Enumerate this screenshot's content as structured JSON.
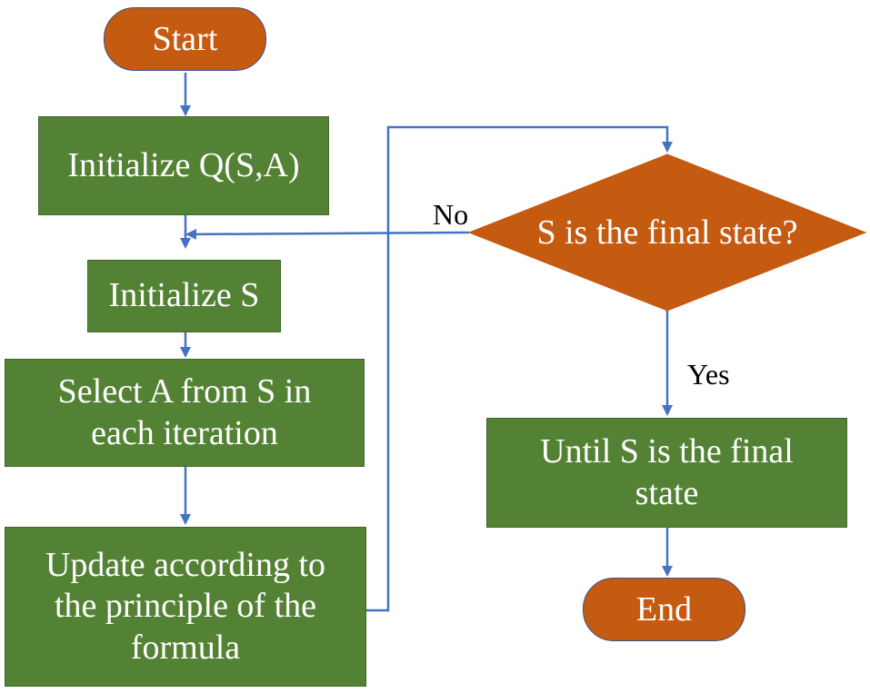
{
  "nodes": {
    "start": "Start",
    "init_q": "Initialize Q(S,A)",
    "init_s": "Initialize S",
    "select": "Select A from S in\neach iteration",
    "update": "Update according to\nthe principle of the\nformula",
    "decision": "S is the final state?",
    "until": "Until S is the final\nstate",
    "end": "End"
  },
  "edge_labels": {
    "no": "No",
    "yes": "Yes"
  },
  "colors": {
    "process_fill": "#548235",
    "terminal_fill": "#c55a11",
    "decision_fill": "#c55a11",
    "arrow": "#4472c4"
  }
}
